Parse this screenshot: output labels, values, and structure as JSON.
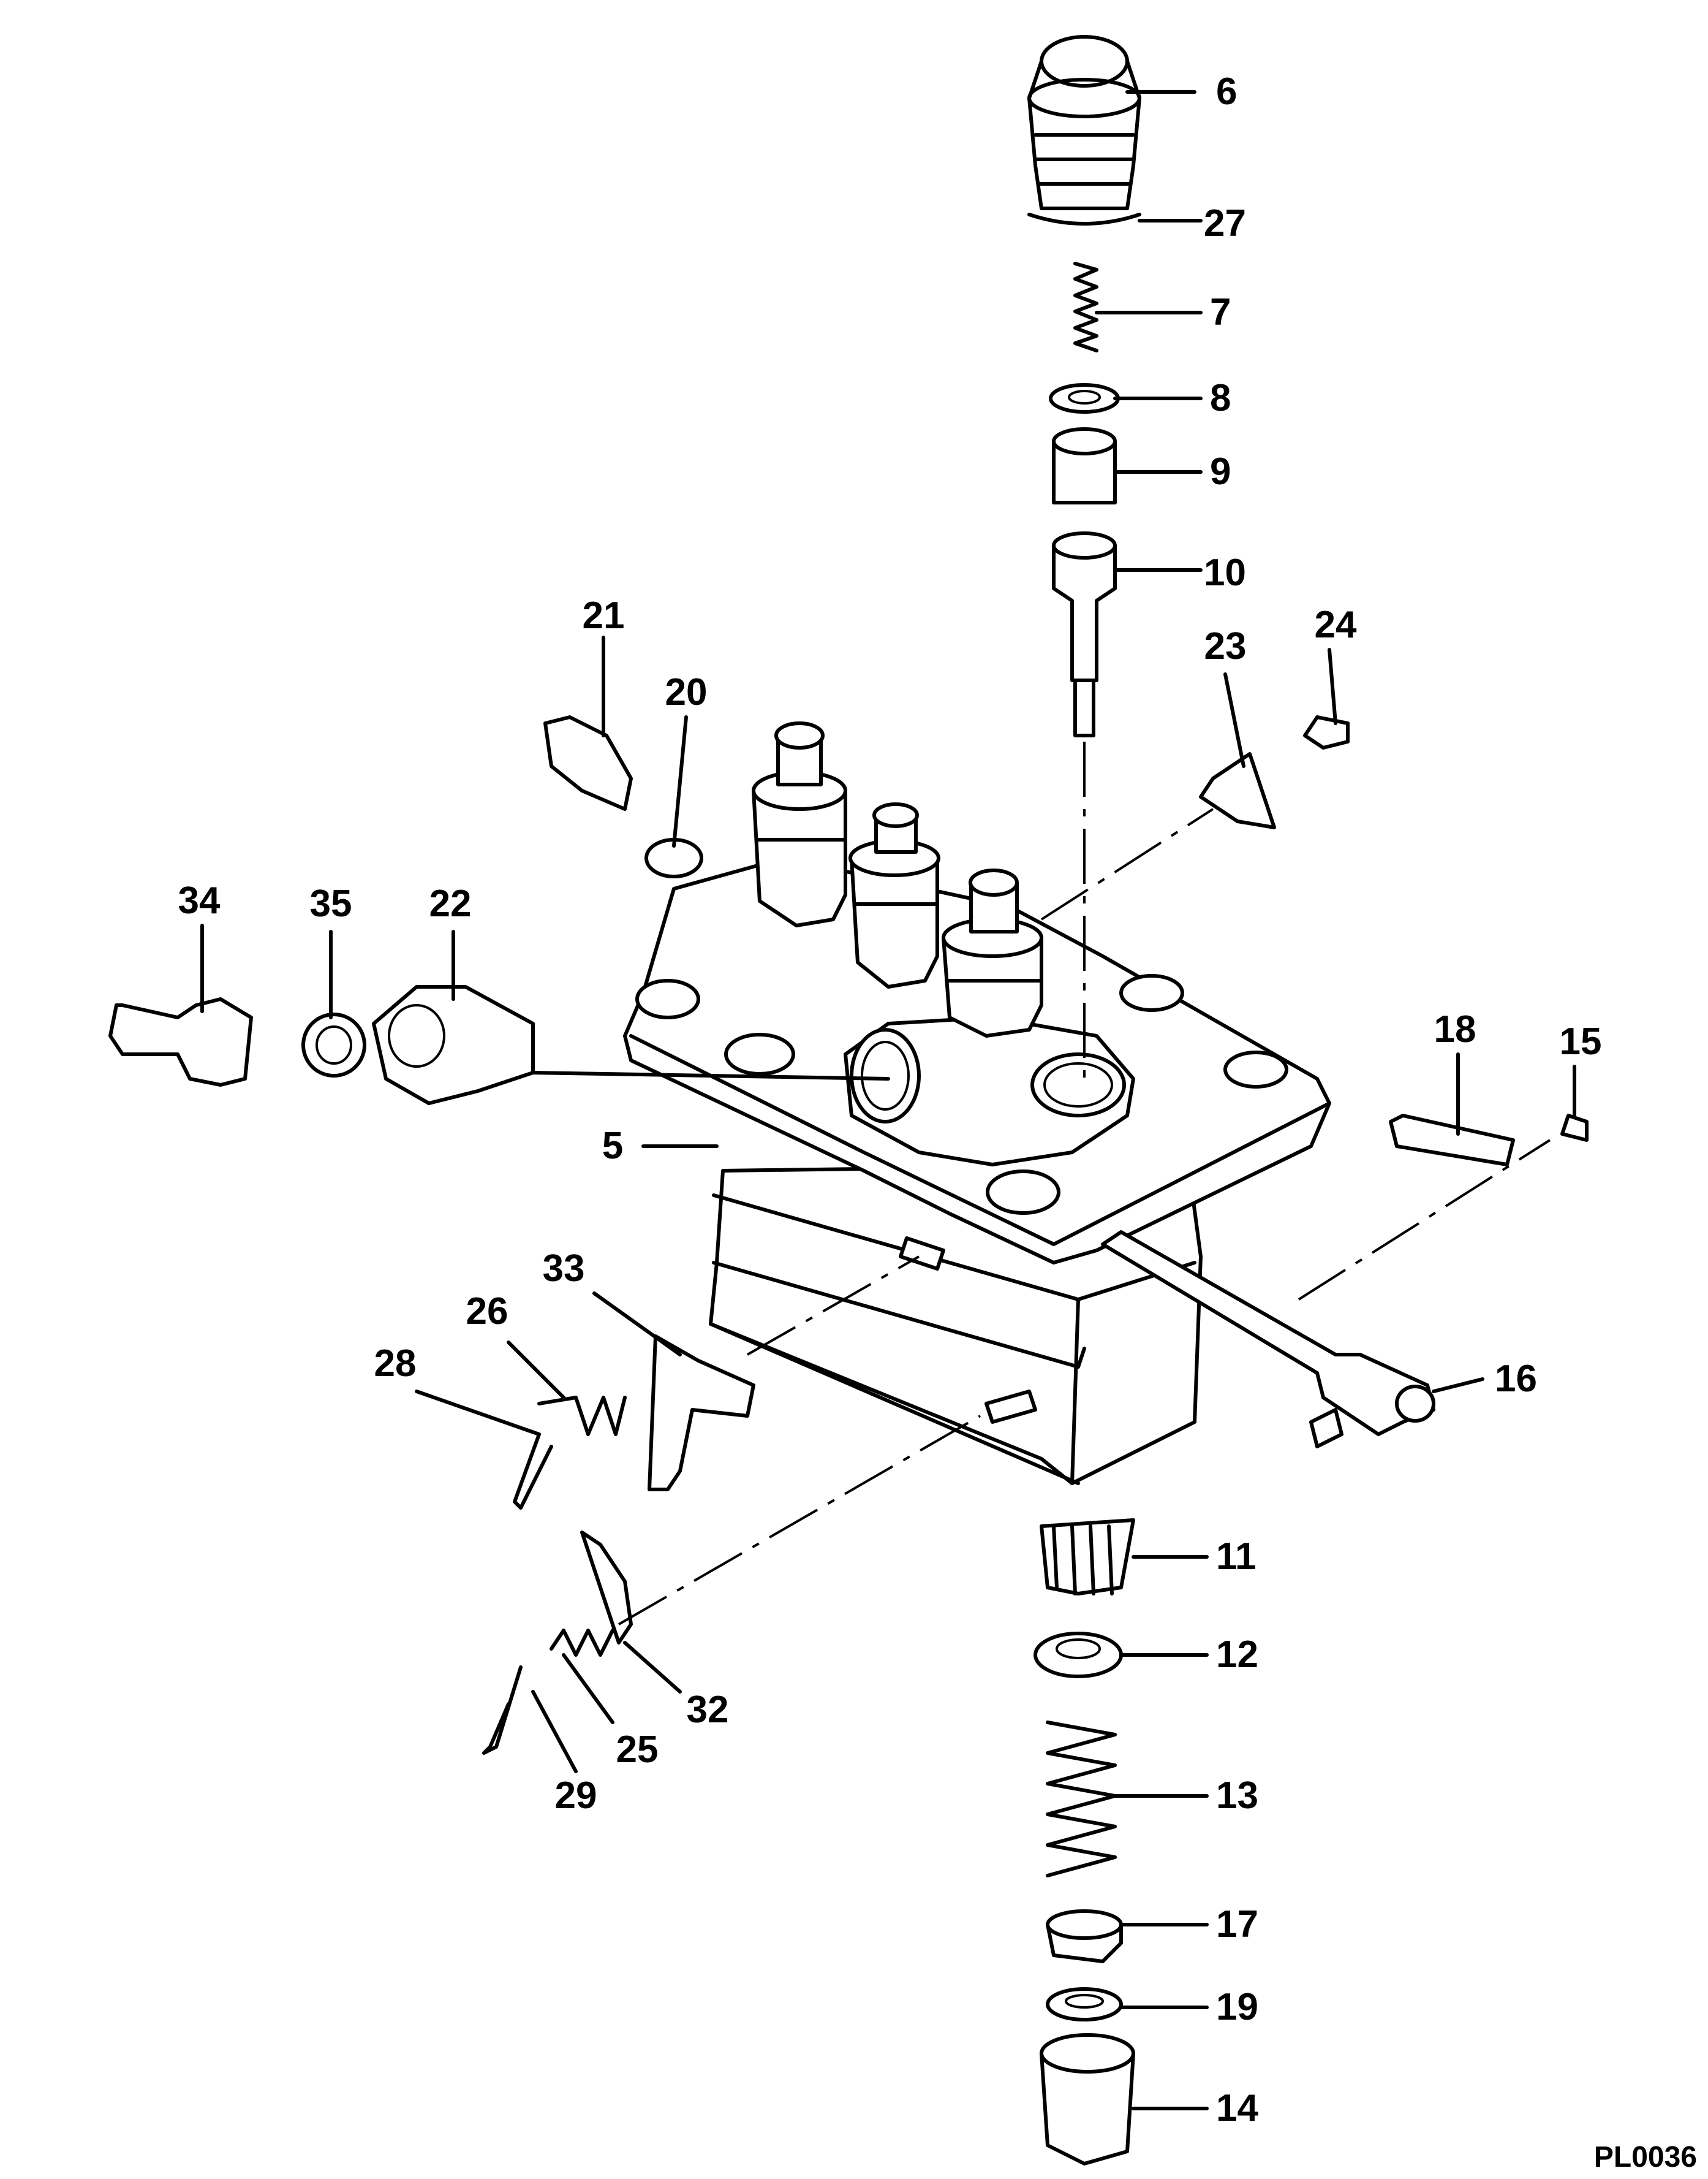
{
  "diagram_code": "PL0036",
  "part_numbers": [
    "5",
    "6",
    "7",
    "8",
    "9",
    "10",
    "11",
    "12",
    "13",
    "14",
    "15",
    "16",
    "17",
    "18",
    "19",
    "20",
    "21",
    "22",
    "23",
    "24",
    "25",
    "26",
    "27",
    "28",
    "29",
    "32",
    "33",
    "34",
    "35"
  ]
}
